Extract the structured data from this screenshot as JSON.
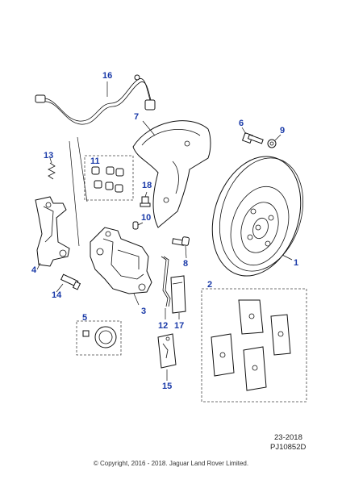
{
  "callouts": {
    "c1": "1",
    "c2": "2",
    "c3": "3",
    "c4": "4",
    "c5": "5",
    "c6": "6",
    "c7": "7",
    "c8": "8",
    "c9": "9",
    "c10": "10",
    "c11": "11",
    "c12": "12",
    "c13": "13",
    "c14": "14",
    "c15": "15",
    "c16": "16",
    "c17": "17",
    "c18": "18"
  },
  "reference": {
    "code": "23-2018",
    "drawing": "PJ10852D"
  },
  "copyright": "© Copyright, 2016 - 2018. Jaguar Land Rover Limited.",
  "colors": {
    "callout": "#1a3aa8",
    "line": "#111111"
  }
}
